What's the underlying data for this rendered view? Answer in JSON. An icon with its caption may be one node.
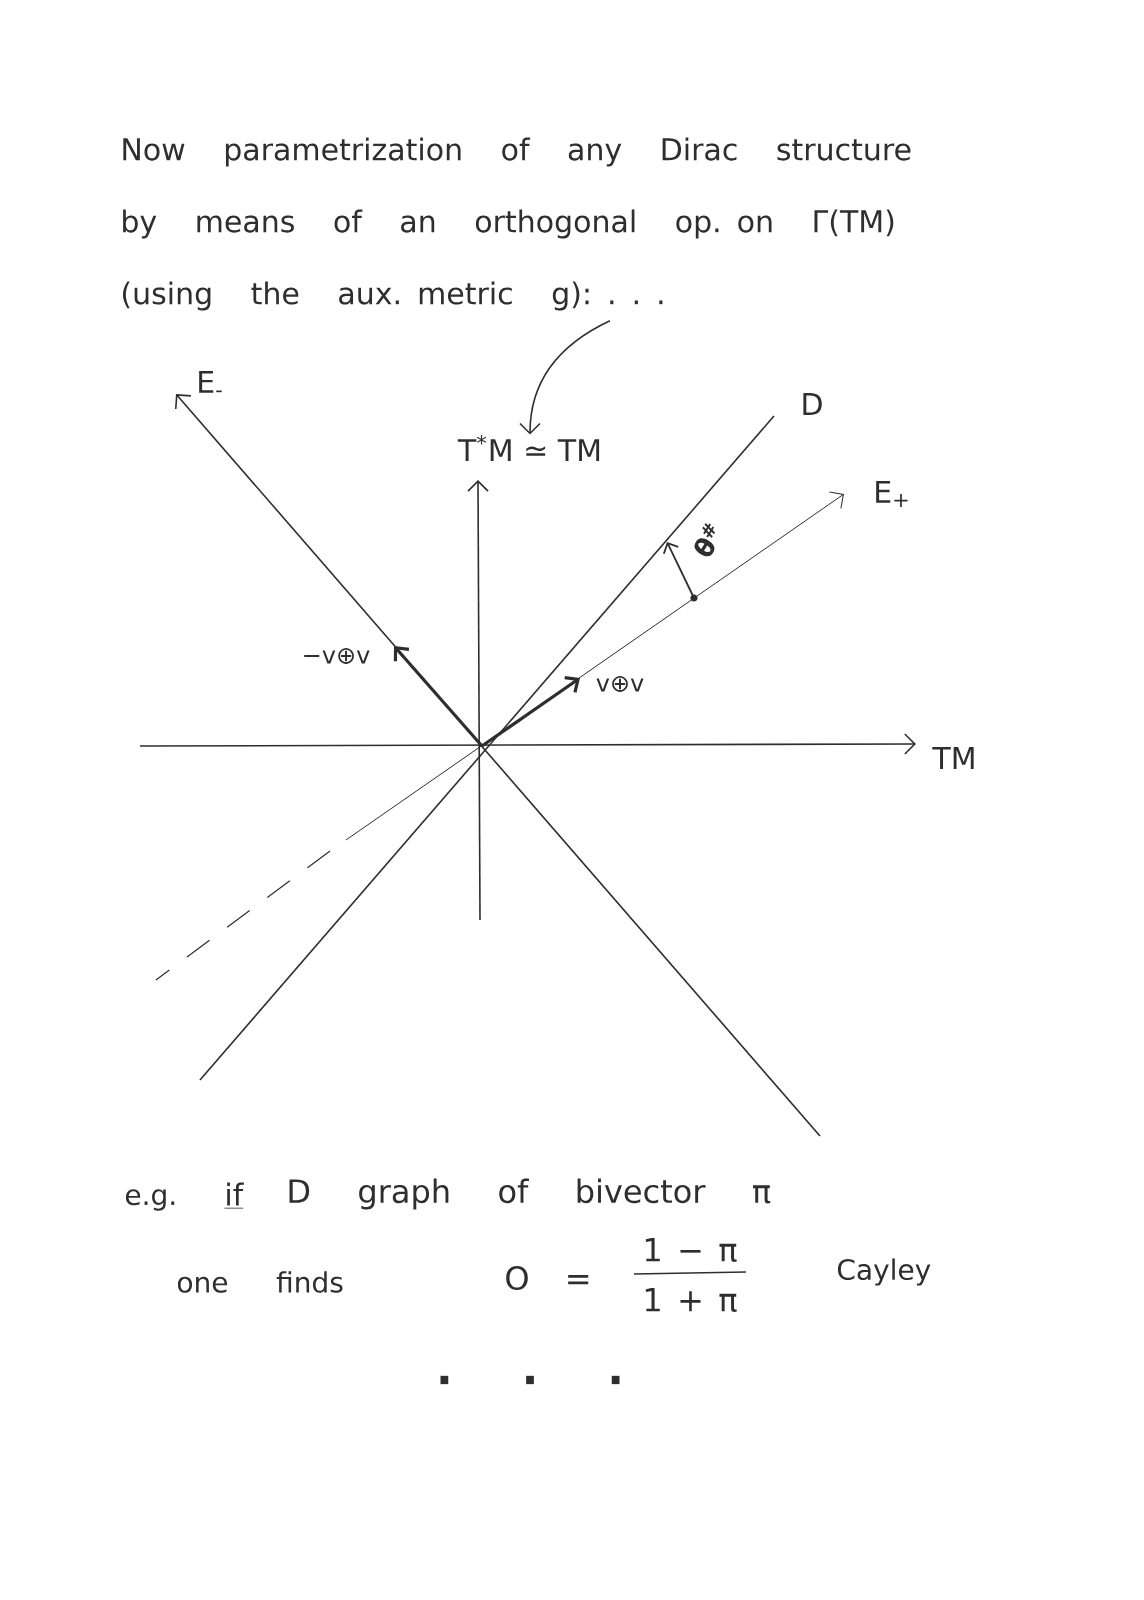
{
  "diagram": {
    "nodes": [
      {
        "text": [
          "Now parametrization of any Dirac structure by means of an orthogonal op. on Γ(TM) (using the aux. metric g): . . ."
        ]
      },
      {
        "text": [
          "T$^{*}$M ≃ TM"
        ]
      }
    ],
    "edges": [
      {
        "from": 0,
        "to": 1,
        "arrow": "to"
      }
    ],
    "labels": [
      "E$_{-}$",
      "D",
      "E$_{+}$",
      "θ$^{#}$",
      "−v⊕v",
      "v⊕v",
      "TM",
      "e.g.",
      "if",
      "D graph of bivector π",
      "one finds",
      "O =",
      "1 − π",
      "1 + π",
      "Cayley",
      ". . ."
    ]
  }
}
